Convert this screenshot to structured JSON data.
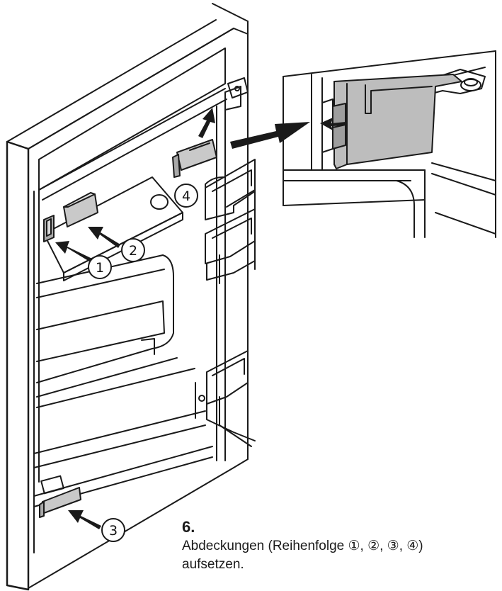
{
  "step": {
    "number": "6.",
    "instruction_line1": "Abdeckungen (Reihenfolge ①, ②, ③, ④)",
    "instruction_line2": "aufsetzen."
  },
  "callouts": {
    "c1": "1",
    "c2": "2",
    "c3": "3",
    "c4": "4"
  },
  "colors": {
    "line": "#1a1a1a",
    "cover_fill": "#c9c9c9",
    "cover_fill_dark": "#a9a9a9",
    "bracket_fill": "#bdbdbd"
  }
}
